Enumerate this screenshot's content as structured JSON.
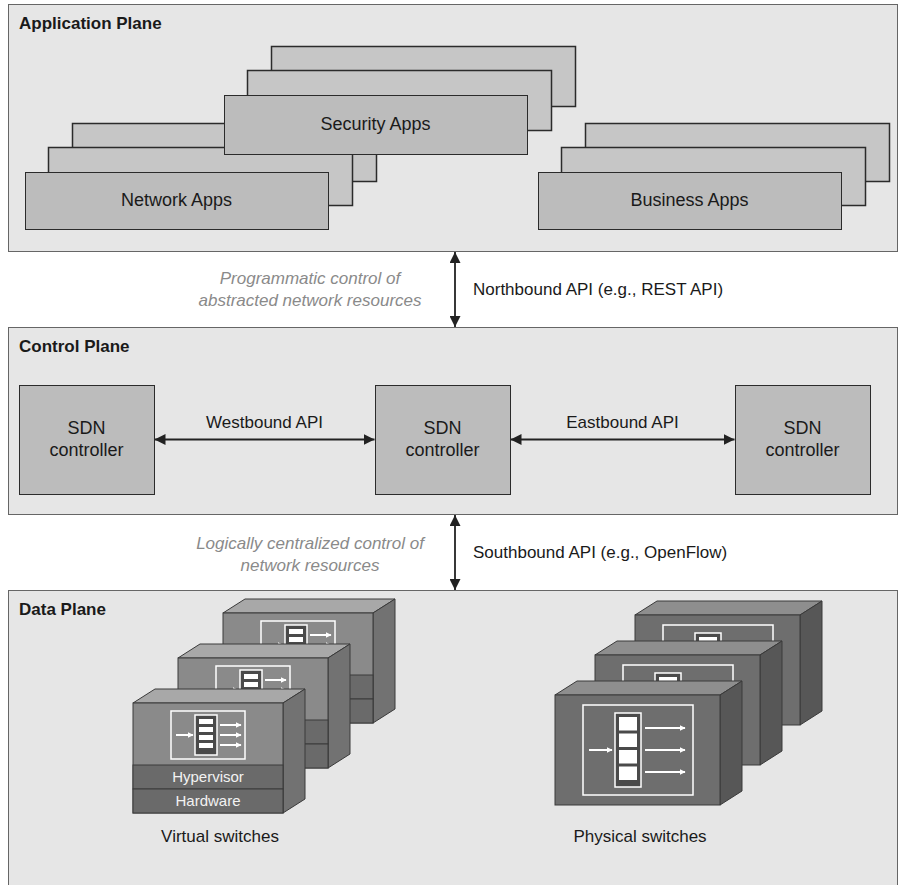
{
  "diagram": {
    "nodes": [
      {
        "text": [
          "Application Plane"
        ]
      },
      {
        "text": [
          "Security Apps"
        ],
        "in": 0
      },
      {
        "text": [
          "Network Apps"
        ],
        "in": 0
      },
      {
        "text": [
          "Business Apps"
        ],
        "in": 0
      },
      {
        "text": [
          "Control Plane"
        ]
      },
      {
        "text": [
          "SDN controller"
        ],
        "in": 4
      },
      {
        "text": [
          "SDN controller"
        ],
        "in": 4
      },
      {
        "text": [
          "SDN controller"
        ],
        "in": 4
      },
      {
        "text": [
          "Data Plane"
        ]
      }
    ],
    "edges": [
      {
        "from": 0,
        "to": 4,
        "label": "Northbound API (e.g., REST API)",
        "arrow": "both"
      },
      {
        "from": 5,
        "to": 6,
        "label": "Westbound API",
        "arrow": "both"
      },
      {
        "from": 6,
        "to": 7,
        "label": "Eastbound API",
        "arrow": "both"
      },
      {
        "from": 4,
        "to": 8,
        "label": "Southbound API (e.g., OpenFlow)",
        "arrow": "both"
      }
    ],
    "labels": [
      "Programmatic control of abstracted network resources",
      "Logically centralized control of network resources",
      "Hypervisor",
      "Hardware",
      "Virtual switches",
      "Physical switches"
    ]
  }
}
